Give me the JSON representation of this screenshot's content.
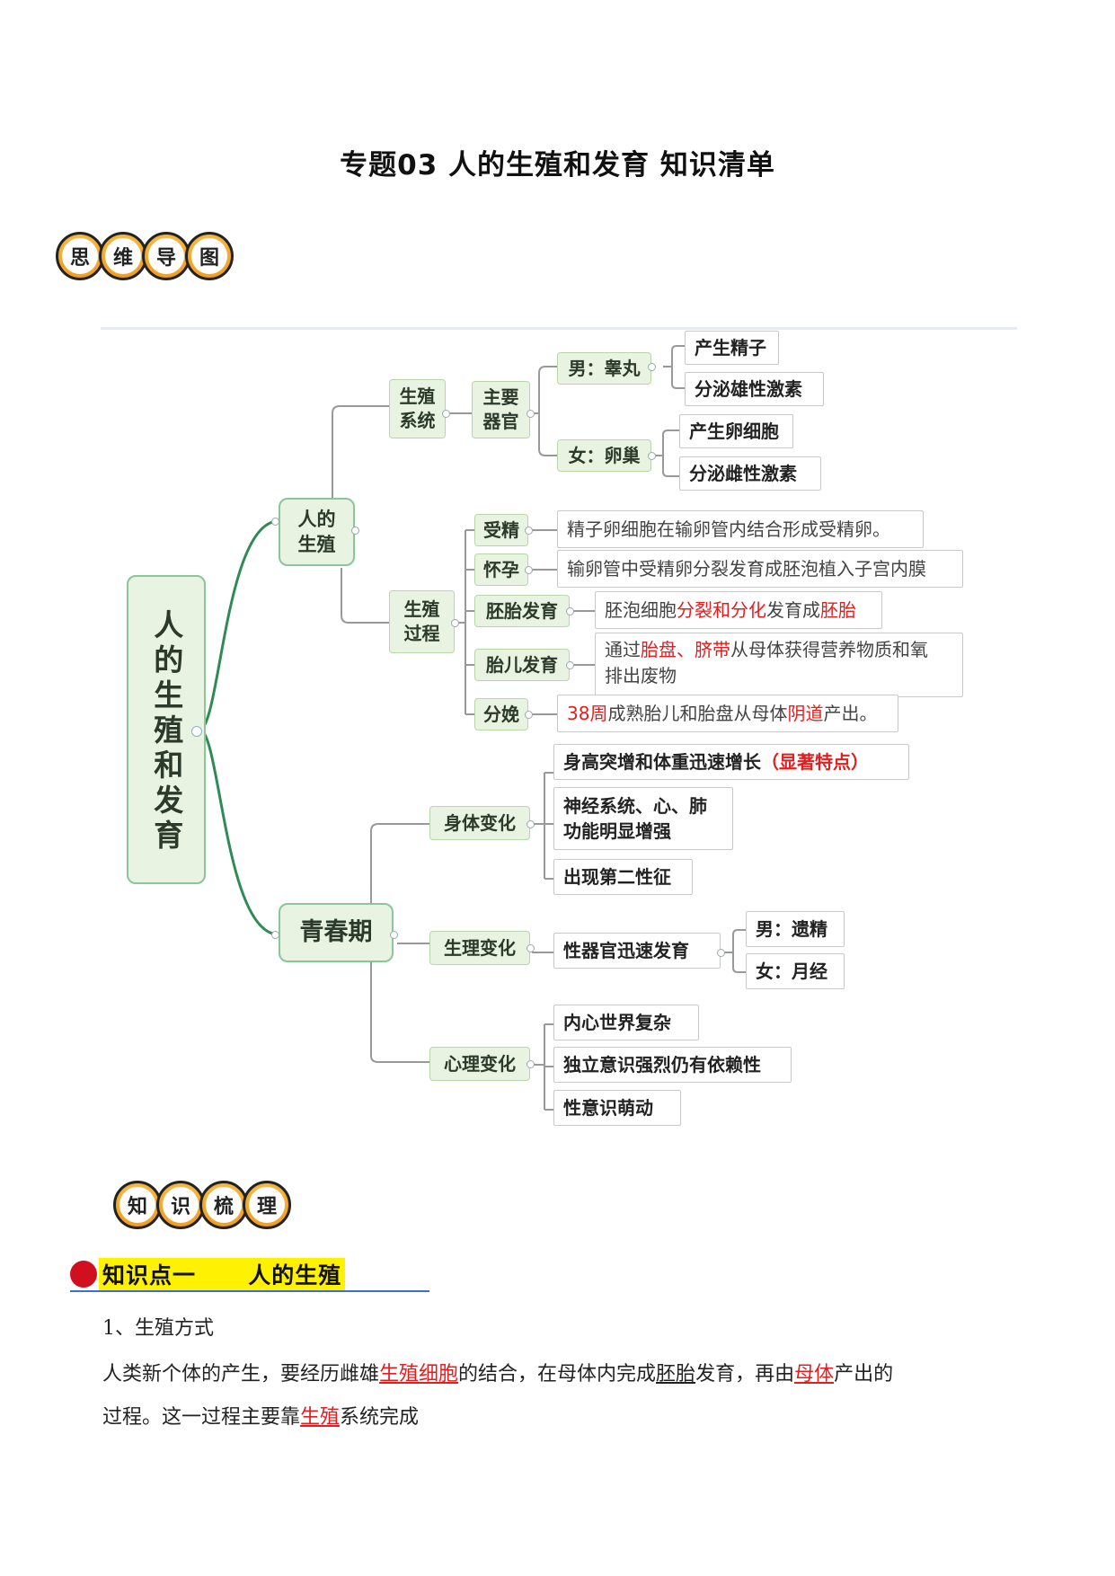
{
  "page": {
    "title": "专题03 人的生殖和发育   知识清单"
  },
  "badges": {
    "mindmap": [
      "思",
      "维",
      "导",
      "图"
    ],
    "knowledge": [
      "知",
      "识",
      "梳",
      "理"
    ]
  },
  "mindmap": {
    "root": "人的生殖和发育",
    "reproduction": {
      "label": "人的\n生殖",
      "system": {
        "label": "生殖\n系统",
        "organs": "主要\n器官",
        "male": "男：睾丸",
        "male_items": [
          "产生精子",
          "分泌雄性激素"
        ],
        "female": "女：卵巢",
        "female_items": [
          "产生卵细胞",
          "分泌雌性激素"
        ]
      },
      "process": {
        "label": "生殖\n过程",
        "fertilization": "受精",
        "fertilization_desc": "精子卵细胞在输卵管内结合形成受精卵。",
        "pregnancy": "怀孕",
        "pregnancy_desc": "输卵管中受精卵分裂发育成胚泡植入子宫内膜",
        "embryo": "胚胎发育",
        "embryo_desc": [
          "胚泡细胞",
          "分裂和分化",
          "发育成",
          "胚胎"
        ],
        "fetus": "胎儿发育",
        "fetus_desc": [
          "通过",
          "胎盘、脐带",
          "从母体获得营养物质和氧",
          "排出废物"
        ],
        "birth": "分娩",
        "birth_desc": [
          "38周",
          "成熟胎儿和胎盘从母体",
          "阴道",
          "产出。"
        ]
      }
    },
    "puberty": {
      "label": "青春期",
      "body": {
        "label": "身体变化",
        "items": [
          "身高突增和体重迅速增长",
          "（显著特点）",
          "神经系统、心、肺\n功能明显增强",
          "出现第二性征"
        ]
      },
      "physio": {
        "label": "生理变化",
        "item": "性器官迅速发育",
        "male": "男：遗精",
        "female": "女：月经"
      },
      "psycho": {
        "label": "心理变化",
        "items": [
          "内心世界复杂",
          "独立意识强烈仍有依赖性",
          "性意识萌动"
        ]
      }
    }
  },
  "section": {
    "heading": "知识点一      人的生殖",
    "sub1": "1、生殖方式",
    "para": [
      "人类新个体的产生，要经历雌雄",
      "生殖细胞",
      "的结合，在母体内完成",
      "胚胎",
      "发育，再由",
      "母体",
      "产出的",
      "过程。这一过程主要靠",
      "生殖",
      "系统完成"
    ]
  },
  "colors": {
    "accent_red": "#e02020",
    "node_fill": "#e8f3e1",
    "node_border": "#b7d7a8",
    "branch_line": "#2e8b57"
  }
}
